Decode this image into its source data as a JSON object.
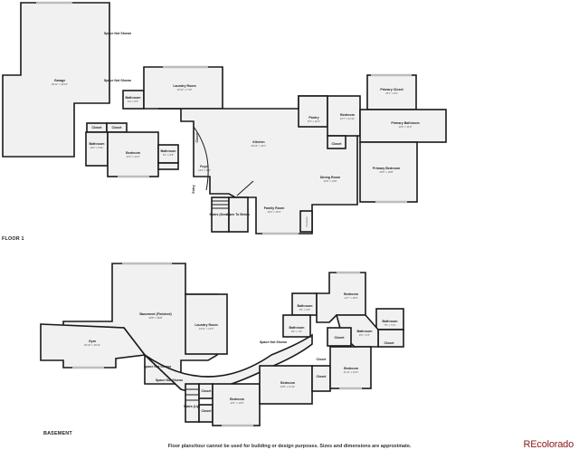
{
  "floors": [
    {
      "label": "FLOOR 1",
      "rooms": [
        {
          "name": "Garage",
          "dims": "30'11\" x 32'10\""
        },
        {
          "name": "Space Not Shown",
          "dims": ""
        },
        {
          "name": "Space Not Shown",
          "dims": ""
        },
        {
          "name": "Bathroom",
          "dims": "5'4\" x 5'5\""
        },
        {
          "name": "Laundry Room",
          "dims": "16'10\" x 7'10\""
        },
        {
          "name": "Closet",
          "dims": ""
        },
        {
          "name": "Closet",
          "dims": ""
        },
        {
          "name": "Bathroom",
          "dims": "10'1\" x 6'11\""
        },
        {
          "name": "Bedroom",
          "dims": "13'3\" x 12'4\""
        },
        {
          "name": "Bathroom",
          "dims": "5'1\" x 9'8\""
        },
        {
          "name": "Closet",
          "dims": ""
        },
        {
          "name": "Foyer",
          "dims": "13'2\" x 8'4\""
        },
        {
          "name": "Entry",
          "dims": ""
        },
        {
          "name": "Stairs (Down)",
          "dims": ""
        },
        {
          "name": "Open To Below",
          "dims": ""
        },
        {
          "name": "Kitchen",
          "dims": "26'10\" x 16'7\""
        },
        {
          "name": "Family Room",
          "dims": "16'4\" x 16'3\""
        },
        {
          "name": "Pantry",
          "dims": "8'4\" x 10'2\""
        },
        {
          "name": "Bedroom",
          "dims": "10'7\" x 11'11\""
        },
        {
          "name": "Closet",
          "dims": ""
        },
        {
          "name": "Dining Room",
          "dims": "14'8\" x 10'8\""
        },
        {
          "name": "Fireplace",
          "dims": ""
        },
        {
          "name": "Primary Closet",
          "dims": "15'1\" x 8'4\""
        },
        {
          "name": "Primary Bathroom",
          "dims": "12'9\" x 11'6\""
        },
        {
          "name": "Primary Bedroom",
          "dims": "15'5\" x 18'8\""
        }
      ]
    },
    {
      "label": "BASEMENT",
      "rooms": [
        {
          "name": "Basement (Finished)",
          "dims": "30'8\" x 48'8\""
        },
        {
          "name": "Laundry Room",
          "dims": "10'11\" x 12'0\""
        },
        {
          "name": "Gym",
          "dims": "26'10\" x 15'11\""
        },
        {
          "name": "Space Not Shown",
          "dims": ""
        },
        {
          "name": "Space Not Shown",
          "dims": ""
        },
        {
          "name": "Space Not Shown",
          "dims": ""
        },
        {
          "name": "Closet",
          "dims": ""
        },
        {
          "name": "Closet",
          "dims": ""
        },
        {
          "name": "Stairs (Up)",
          "dims": ""
        },
        {
          "name": "Bedroom",
          "dims": "12'1\" x 16'6\""
        },
        {
          "name": "Bedroom",
          "dims": "15'8\" x 11'11\""
        },
        {
          "name": "Closet",
          "dims": ""
        },
        {
          "name": "Bathroom",
          "dims": "8'1\" x 6'9\""
        },
        {
          "name": "Bathroom",
          "dims": "8'6\" x 7'6\""
        },
        {
          "name": "Bedroom",
          "dims": "12'7\" x 16'0\""
        },
        {
          "name": "Bathroom",
          "dims": "7'8\" x 7'11\""
        },
        {
          "name": "Closet",
          "dims": ""
        },
        {
          "name": "Bathroom",
          "dims": "9'6\" x 6'4\""
        },
        {
          "name": "Closet",
          "dims": ""
        },
        {
          "name": "Bedroom",
          "dims": "11'11\" x 16'0\""
        },
        {
          "name": "Closet",
          "dims": ""
        }
      ]
    }
  ],
  "footer": {
    "disclaimer": "Floor plans/tour cannot be used for building or design purposes. Sizes and dimensions are approximate.",
    "brand": "REcolorado"
  }
}
